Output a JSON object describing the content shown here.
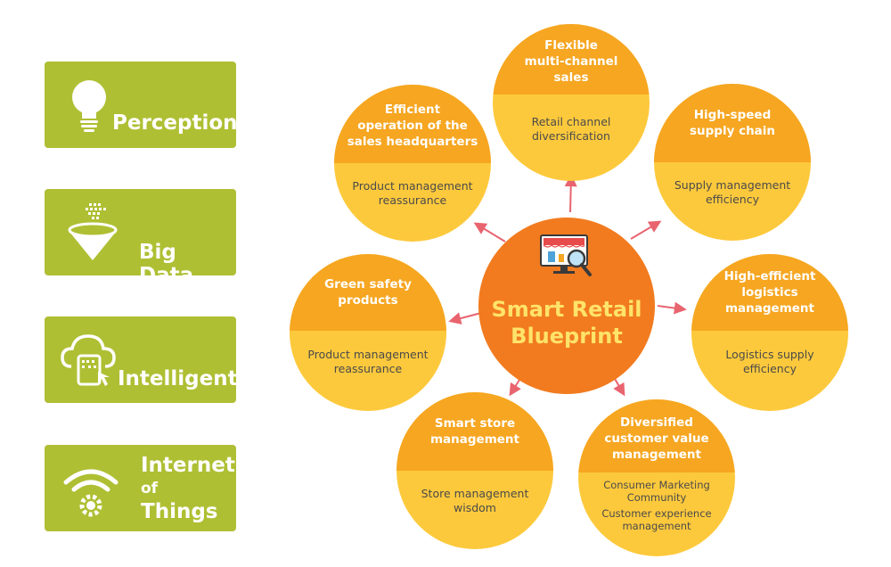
{
  "side_panels": [
    {
      "label": "Perception",
      "icon": "lightbulb-icon"
    },
    {
      "label": "Big Data",
      "icon": "data-funnel-icon"
    },
    {
      "label": "Intelligent",
      "icon": "cloud-touch-icon"
    },
    {
      "label_lines": [
        "Internet",
        "of",
        "Things"
      ],
      "icon": "wifi-gear-icon"
    }
  ],
  "center": {
    "title": "Smart Retail\nBlueprint",
    "icon": "monitor-magnifier-icon"
  },
  "bubbles": [
    {
      "title": "Flexible\nmulti-channel\nsales",
      "subtitle": "Retail channel\ndiversification"
    },
    {
      "title": "High-speed\nsupply chain",
      "subtitle": "Supply management\nefficiency"
    },
    {
      "title": "High-efficient\nlogistics management",
      "subtitle": "Logistics supply\nefficiency"
    },
    {
      "title": "Diversified\ncustomer value\nmanagement",
      "subtitle_items": [
        "Consumer Marketing\nCommunity",
        "Customer experience\nmanagement"
      ]
    },
    {
      "title": "Smart store\nmanagement",
      "subtitle": "Store management\nwisdom"
    },
    {
      "title": "Green safety\nproducts",
      "subtitle": "Product management\nreassurance"
    },
    {
      "title": "Efficient\noperation of the\nsales headquarters",
      "subtitle": "Product management\nreassurance"
    }
  ],
  "colors": {
    "panel_green": "#afbf33",
    "bubble_top": "#f6a621",
    "bubble_bottom": "#fdc93c",
    "center": "#f27b1f",
    "center_text": "#ffe36a",
    "arrow": "#e8646f"
  }
}
